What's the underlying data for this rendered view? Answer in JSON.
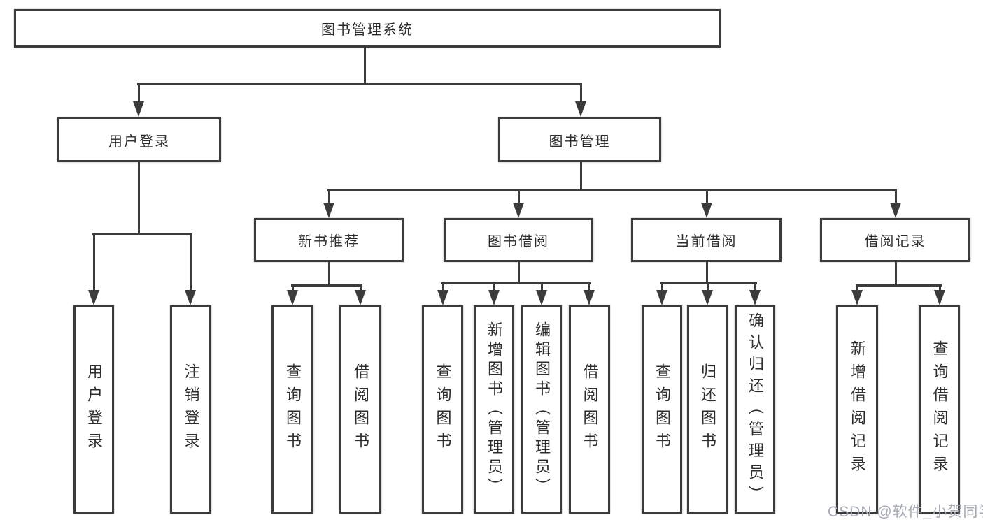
{
  "root": {
    "label": "图书管理系统"
  },
  "branches": {
    "user_login": {
      "label": "用户登录",
      "children": [
        {
          "label": "用户登录"
        },
        {
          "label": "注销登录"
        }
      ]
    },
    "book_mgmt": {
      "label": "图书管理",
      "children": [
        {
          "label": "新书推荐",
          "children": [
            {
              "label": "查询图书"
            },
            {
              "label": "借阅图书"
            }
          ]
        },
        {
          "label": "图书借阅",
          "children": [
            {
              "label": "查询图书"
            },
            {
              "label": "新增图书（管理员）"
            },
            {
              "label": "编辑图书（管理员）"
            },
            {
              "label": "借阅图书"
            }
          ]
        },
        {
          "label": "当前借阅",
          "children": [
            {
              "label": "查询图书"
            },
            {
              "label": "归还图书"
            },
            {
              "label": "确认归还（管理员）"
            }
          ]
        },
        {
          "label": "借阅记录",
          "children": [
            {
              "label": "新增借阅记录"
            },
            {
              "label": "查询借阅记录"
            }
          ]
        }
      ]
    }
  },
  "watermark": {
    "text": "CSDN @软件_小贺同学",
    "color": "#a3aab2"
  },
  "colors": {
    "line": "#3b3b3b",
    "box_border": "#3b3b3b",
    "text": "#2d2d2d",
    "background": "#ffffff"
  }
}
